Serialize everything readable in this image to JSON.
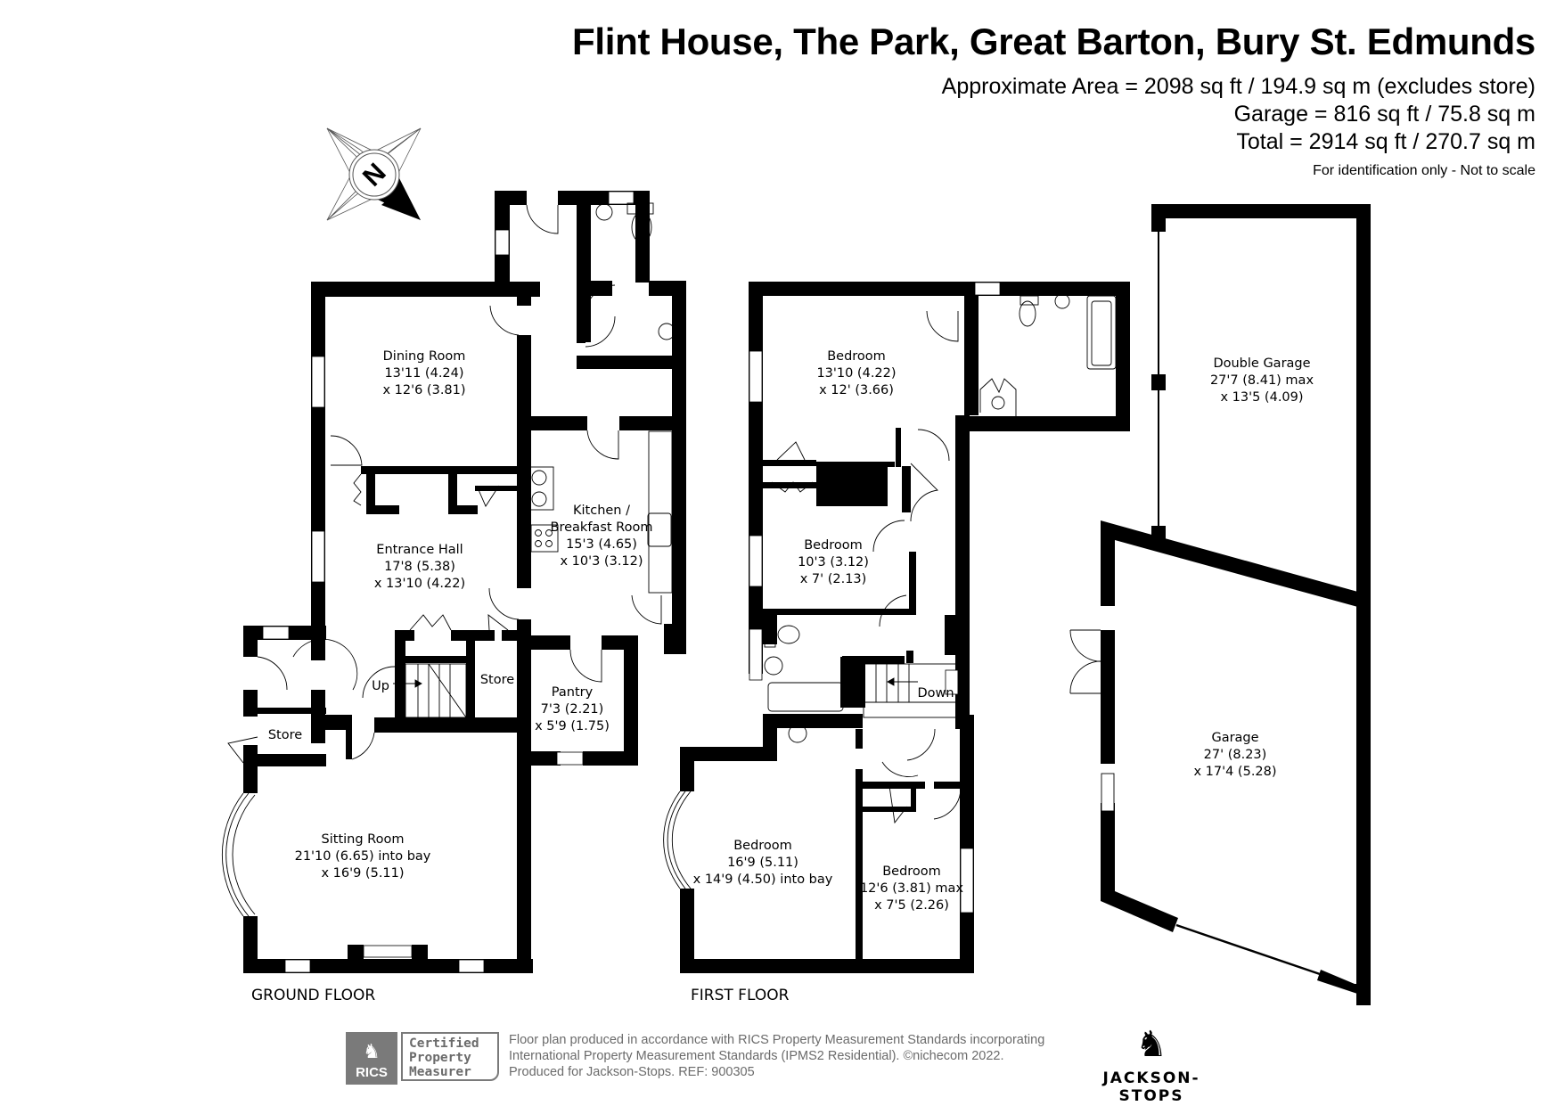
{
  "header": {
    "title": "Flint House, The Park, Great Barton, Bury St. Edmunds",
    "approx_area": "Approximate Area = 2098 sq ft / 194.9 sq m (excludes store)",
    "garage_area": "Garage = 816 sq ft / 75.8 sq m",
    "total_area": "Total = 2914 sq ft / 270.7 sq m",
    "disclaimer": "For identification only - Not to scale"
  },
  "compass": {
    "label": "N"
  },
  "ground_floor": {
    "label": "GROUND FLOOR",
    "rooms": [
      {
        "name": "Dining Room",
        "dim1": "13'11 (4.24)",
        "dim2": "x 12'6 (3.81)"
      },
      {
        "name": "Entrance Hall",
        "dim1": "17'8 (5.38)",
        "dim2": "x 13'10 (4.22)"
      },
      {
        "name": "Kitchen /",
        "dim1": "Breakfast Room",
        "dim2": "15'3 (4.65)",
        "dim3": "x 10'3 (3.12)"
      },
      {
        "name": "Pantry",
        "dim1": "7'3 (2.21)",
        "dim2": "x 5'9 (1.75)"
      },
      {
        "name": "Sitting Room",
        "dim1": "21'10 (6.65) into bay",
        "dim2": "x 16'9 (5.11)"
      },
      {
        "name": "Store"
      },
      {
        "name": "Store"
      }
    ],
    "stairs_label": "Up"
  },
  "first_floor": {
    "label": "FIRST FLOOR",
    "rooms": [
      {
        "name": "Bedroom",
        "dim1": "13'10 (4.22)",
        "dim2": "x 12' (3.66)"
      },
      {
        "name": "Bedroom",
        "dim1": "10'3 (3.12)",
        "dim2": "x 7' (2.13)"
      },
      {
        "name": "Bedroom",
        "dim1": "16'9 (5.11)",
        "dim2": "x 14'9 (4.50) into bay"
      },
      {
        "name": "Bedroom",
        "dim1": "12'6 (3.81) max",
        "dim2": "x 7'5 (2.26)"
      }
    ],
    "stairs_label": "Down"
  },
  "garage": {
    "rooms": [
      {
        "name": "Double Garage",
        "dim1": "27'7 (8.41) max",
        "dim2": "x 13'5 (4.09)"
      },
      {
        "name": "Garage",
        "dim1": "27' (8.23)",
        "dim2": "x 17'4 (5.28)"
      }
    ]
  },
  "footer": {
    "rics_logo_text": "RICS",
    "badge_line1": "Certified",
    "badge_line2": "Property",
    "badge_line3": "Measurer",
    "line1": "Floor plan produced in accordance with RICS Property Measurement Standards incorporating",
    "line2": "International Property Measurement Standards (IPMS2 Residential).  ©nichecom 2022.",
    "line3": "Produced for Jackson-Stops.   REF:  900305",
    "brand_name": "JACKSON-STOPS"
  },
  "colors": {
    "wall": "#000000",
    "background": "#ffffff",
    "rics_grey": "#7a7a7a",
    "footer_text": "#6b6b6b"
  }
}
